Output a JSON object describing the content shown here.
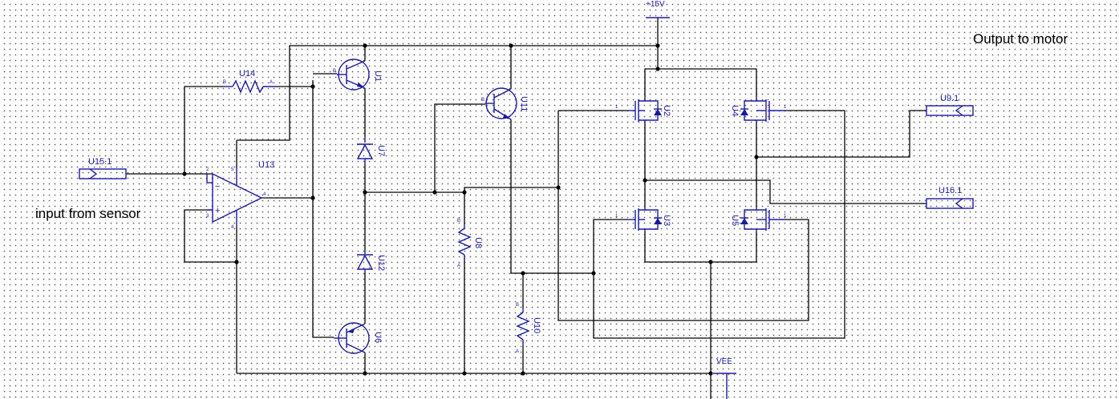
{
  "annotations": {
    "output": "Output to motor",
    "input": "input from sensor"
  },
  "power": {
    "vcc": "+15V",
    "vee": "VEE"
  },
  "components": {
    "u1": "U1",
    "u2": "U2",
    "u3": "U3",
    "u4": "U4",
    "u5": "U5",
    "u6": "U6",
    "u7": "U7",
    "u8": "U8",
    "u9": "U9.1",
    "u10": "U10",
    "u11": "U11",
    "u12": "U12",
    "u13": "U13",
    "u14": "U14",
    "u15": "U15.1",
    "u16": "U16.1"
  },
  "pins": {
    "a": "A",
    "b": "B",
    "n1": "1",
    "n2": "2",
    "n3": "3",
    "n4": "4",
    "n5": "5",
    "plus": "+",
    "minus": "−"
  },
  "colors": {
    "wire": "#000000",
    "symbol": "#1a1aa0",
    "background": "#ffffff",
    "grid_dot": "#555555"
  }
}
